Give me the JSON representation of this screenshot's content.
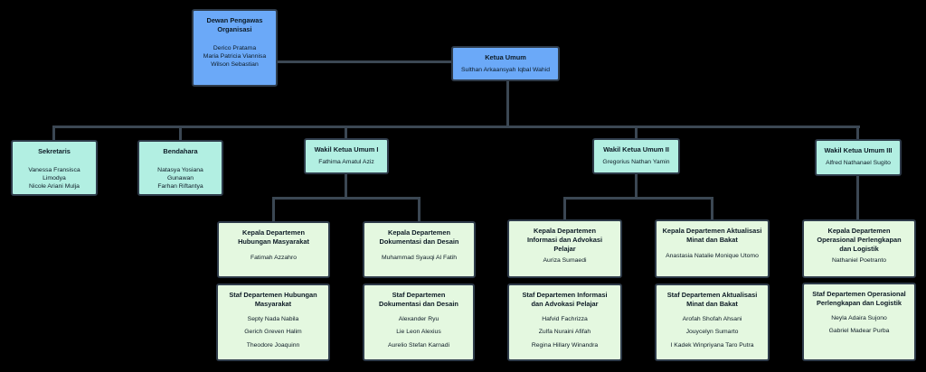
{
  "org": {
    "nodes": {
      "dewan_pengawas": {
        "title": "Dewan Pengawas Organisasi",
        "members": [
          "Derico Pratama",
          "Maria Patricia Viannisa",
          "Wilson Sebastian"
        ]
      },
      "ketua_umum": {
        "title": "Ketua Umum",
        "members": [
          "Sulthan Arkaansyah Iqbal Wahid"
        ]
      },
      "sekretaris": {
        "title": "Sekretaris",
        "members": [
          "Vanessa Fransisca Limodya",
          "Nicole Ariani Mulja"
        ]
      },
      "bendahara": {
        "title": "Bendahara",
        "members": [
          "Natasya Yosiana Gunawan",
          "Farhan Riftantya"
        ]
      },
      "wakil_ketua_umum_1": {
        "title": "Wakil Ketua Umum I",
        "members": [
          "Fathima Amatul Aziz"
        ]
      },
      "wakil_ketua_umum_2": {
        "title": "Wakil Ketua Umum II",
        "members": [
          "Gregorius Nathan Yamin"
        ]
      },
      "wakil_ketua_umum_3": {
        "title": "Wakil Ketua Umum III",
        "members": [
          "Alfred Nathanael Sugito"
        ]
      },
      "kepala_hubungan_masyarakat": {
        "title": "Kepala Departemen Hubungan Masyarakat",
        "members": [
          "Fatimah Azzahro"
        ]
      },
      "kepala_dokumentasi_desain": {
        "title": "Kepala Departemen Dokumentasi dan Desain",
        "members": [
          "Muhammad Syauqi Al Fatih"
        ]
      },
      "kepala_informasi_advokasi": {
        "title": "Kepala Departemen Informasi dan Advokasi Pelajar",
        "members": [
          "Auriza Sumaedi"
        ]
      },
      "kepala_aktualisasi_minat_bakat": {
        "title": "Kepala Departemen Aktualisasi Minat dan Bakat",
        "members": [
          "Anastasia Natalie Monique Utomo"
        ]
      },
      "kepala_operasional_perlengkapan_logistik": {
        "title": "Kepala Departemen Operasional Perlengkapan dan Logistik",
        "members": [
          "Nathaniel Poetranto"
        ]
      },
      "staf_hubungan_masyarakat": {
        "title": "Staf Departemen Hubungan Masyarakat",
        "members": [
          "Septy Nada Nabila",
          "Gerich Greven Halim",
          "Theodore Joaquinn"
        ]
      },
      "staf_dokumentasi_desain": {
        "title": "Staf Departemen Dokumentasi dan Desain",
        "members": [
          "Alexander Ryu",
          "Lie Leon Alexius",
          "Aurelio Stefan Karnadi"
        ]
      },
      "staf_informasi_advokasi": {
        "title": "Staf Departemen Informasi dan Advokasi Pelajar",
        "members": [
          "Hafvid Fachrizza",
          "Zulfa Nuraini Afifah",
          "Regina Hillary Winandra"
        ]
      },
      "staf_aktualisasi_minat_bakat": {
        "title": "Staf Departemen Aktualisasi Minat dan Bakat",
        "members": [
          "Arofah Shofah Ahsani",
          "Jouycelyn Sumarto",
          "I Kadek Winpriyana Taro Putra"
        ]
      },
      "staf_operasional_perlengkapan_logistik": {
        "title": "Staf Departemen Operasional Perlengkapan dan Logistik",
        "members": [
          "Neyla Adaira Sujono",
          "Gabriel Madear Purba"
        ]
      }
    },
    "colors": {
      "background": "#000000",
      "level1_fill": "#6ba9f8",
      "level2_fill": "#b2efe2",
      "level3_fill": "#e4f8e0",
      "node_border": "#2e3b4a",
      "connector_line": "#3b4753",
      "text": "#0d1b26"
    }
  }
}
